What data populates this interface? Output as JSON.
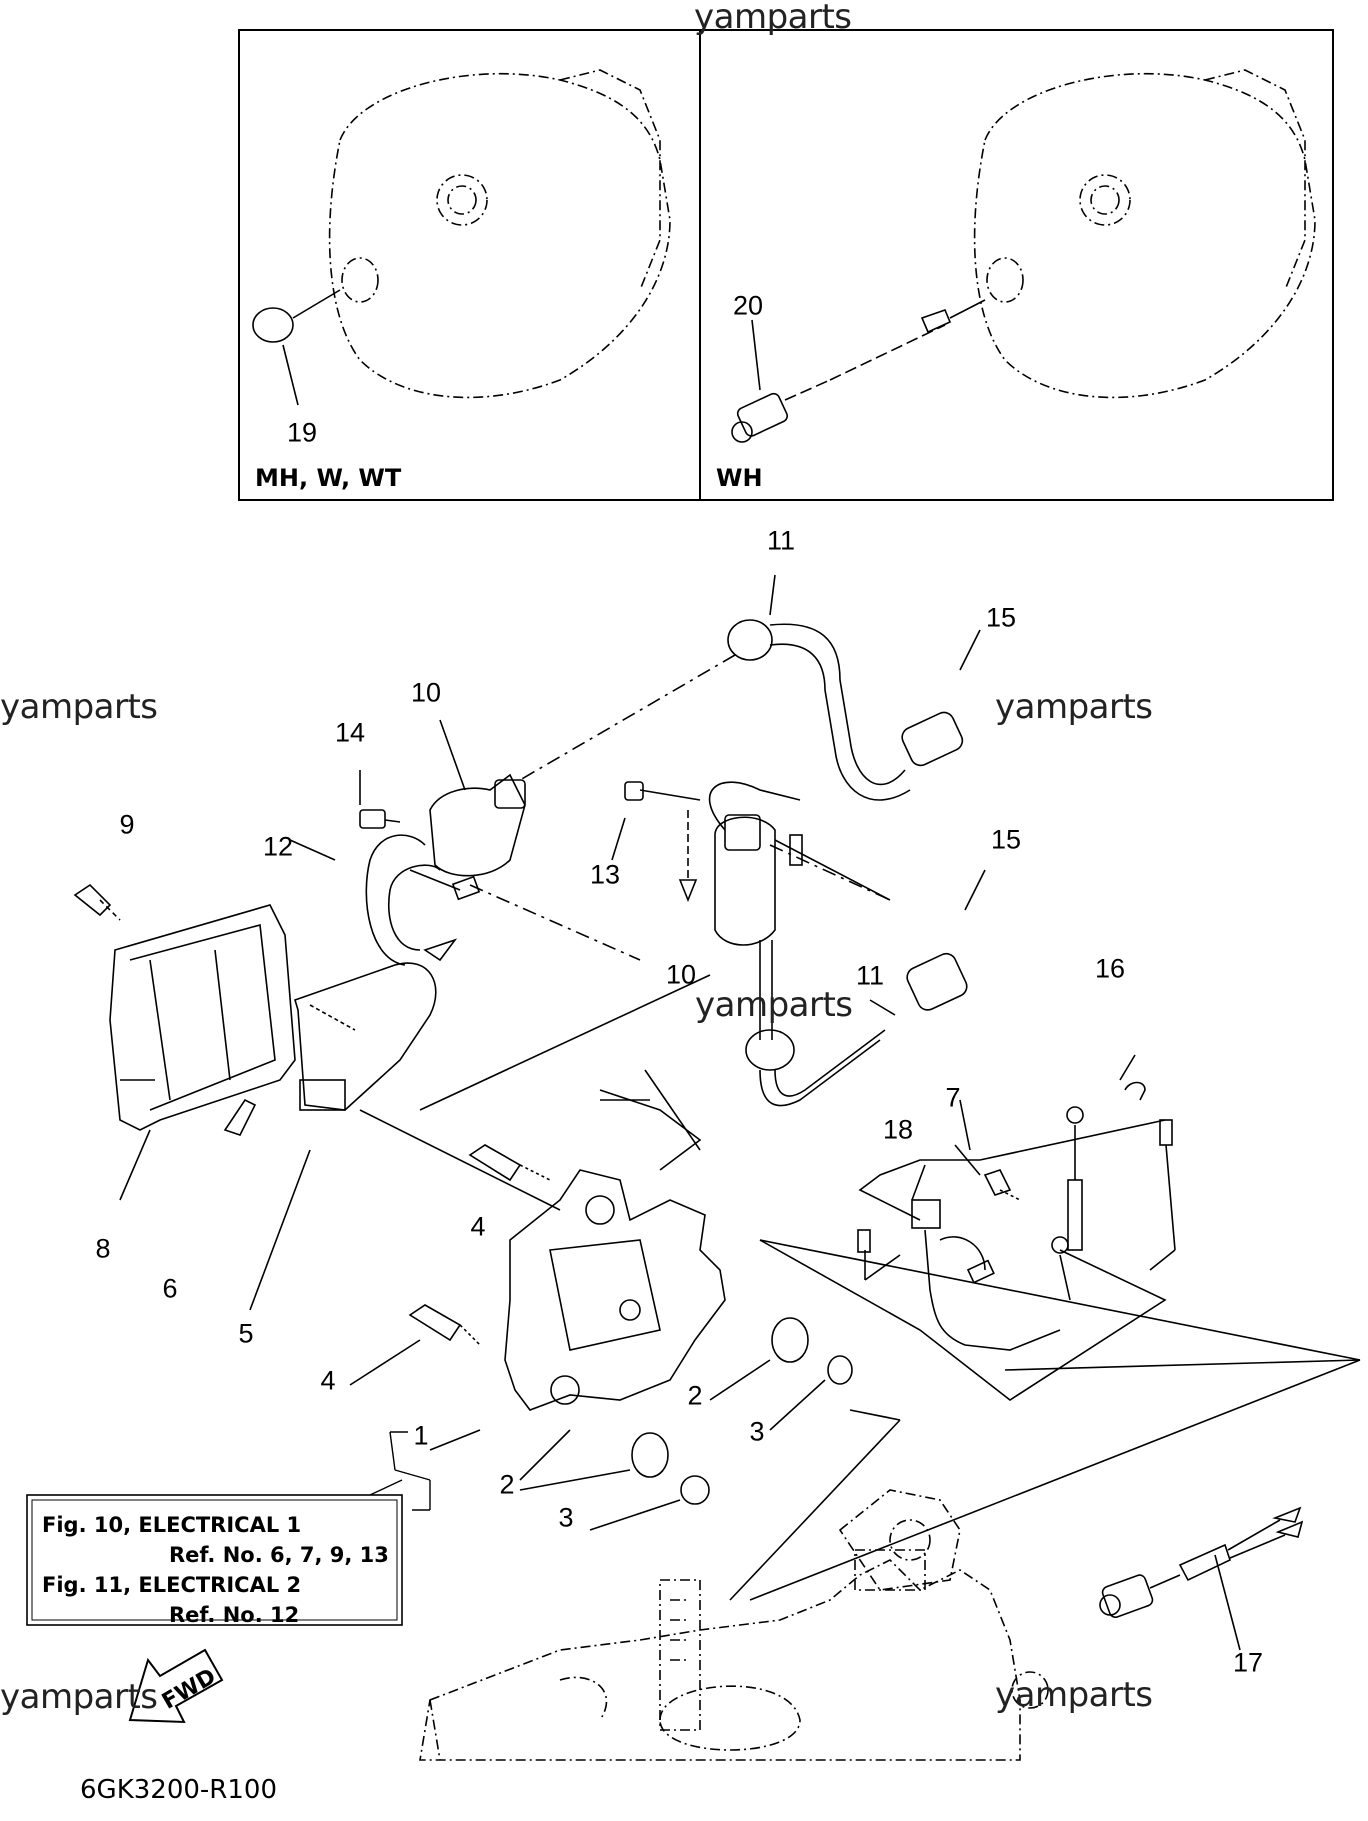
{
  "watermarks": [
    "yamparts",
    "yamparts",
    "yamparts",
    "yamparts",
    "yamparts",
    "yamparts"
  ],
  "variants": {
    "left": "MH, W, WT",
    "right": "WH"
  },
  "callouts": [
    "19",
    "20",
    "11",
    "15",
    "10",
    "14",
    "12",
    "9",
    "13",
    "15",
    "10",
    "11",
    "16",
    "7",
    "18",
    "8",
    "6",
    "4",
    "5",
    "4",
    "2",
    "3",
    "1",
    "2",
    "3",
    "17"
  ],
  "note": {
    "line1": "Fig. 10, ELECTRICAL 1",
    "line2": "Ref. No. 6, 7, 9, 13",
    "line3": "Fig. 11, ELECTRICAL 2",
    "line4": "Ref. No. 12"
  },
  "fwd_label": "FWD",
  "diagram_code": "6GK3200-R100"
}
